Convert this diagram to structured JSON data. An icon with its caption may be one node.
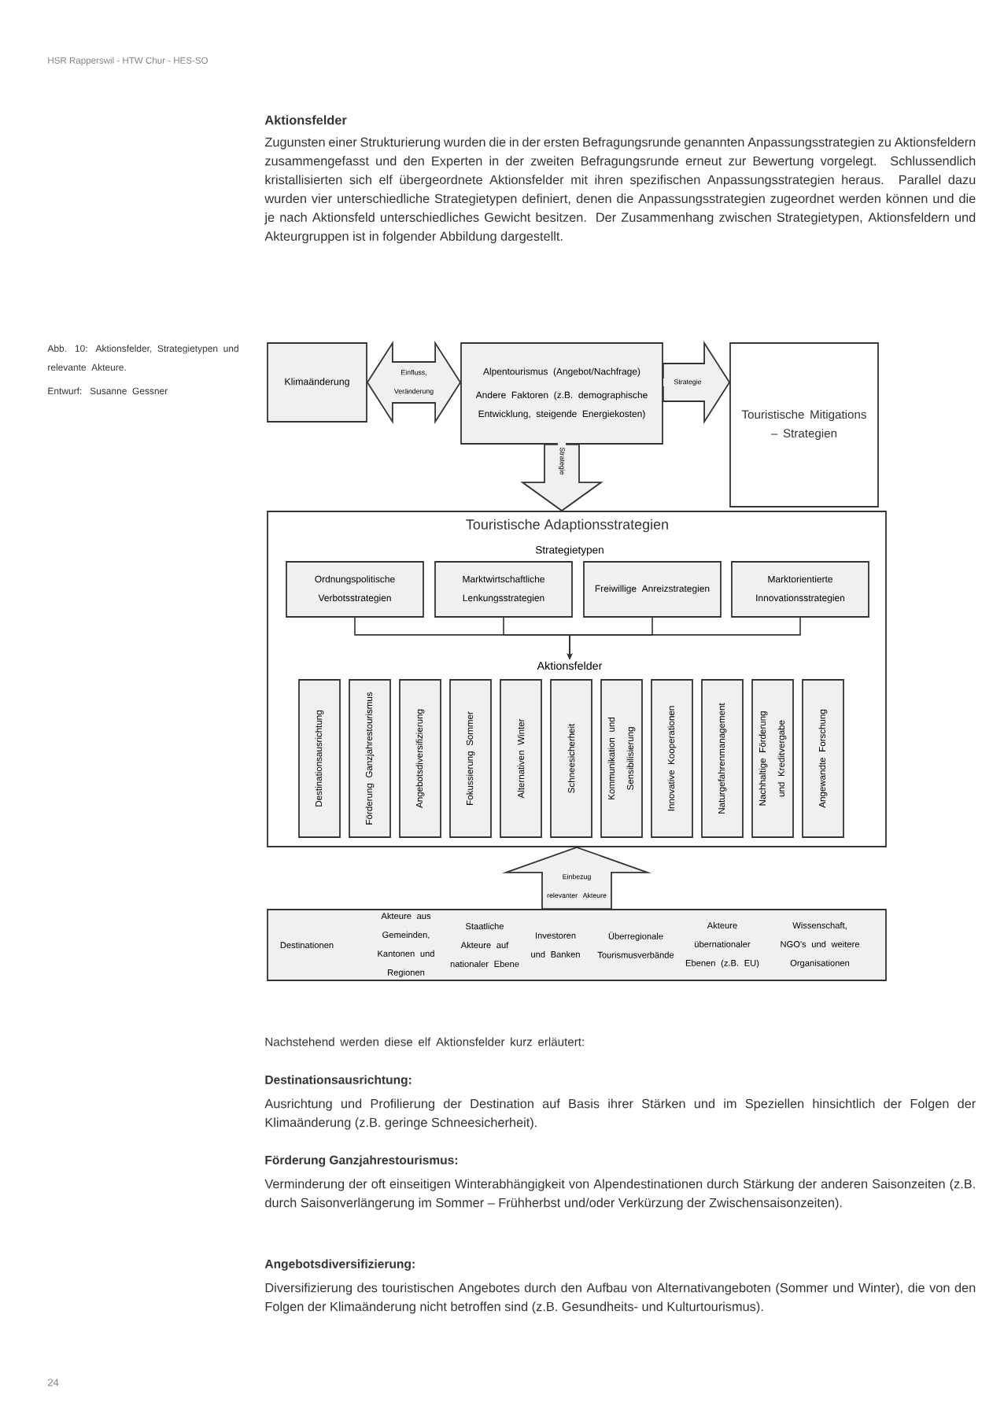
{
  "diagram": {
    "caption": "Abb. 10: Aktionsfelder, Strategietypen und relevante Akteure.",
    "nodes": [
      {
        "text": [
          "Klimaänderung"
        ]
      },
      {
        "text": [
          "Alpentourismus (Angebot/Nachfrage)",
          "Andere Faktoren (z.B. demographische Entwicklung, steigende Energiekosten)"
        ]
      },
      {
        "text": [
          "Touristische Mitigations – Strategien"
        ]
      },
      {
        "text": [
          "Touristische Adaptionsstrategien",
          "Strategietypen"
        ]
      },
      {
        "text": [
          "Ordnungspolitische Verbotsstrategien"
        ],
        "in": 3
      },
      {
        "text": [
          "Marktwirtschaftliche Lenkungsstrategien"
        ],
        "in": 3
      },
      {
        "text": [
          "Freiwillige Anreizstrategien"
        ],
        "in": 3
      },
      {
        "text": [
          "Marktorientierte Innovationsstrategien"
        ],
        "in": 3
      },
      {
        "text": [
          "Aktionsfelder"
        ],
        "in": 3
      },
      {
        "text": [
          "Destinationsausrichtung"
        ],
        "in": 3
      },
      {
        "text": [
          "Förderung Ganzjahrestourismus"
        ],
        "in": 3
      },
      {
        "text": [
          "Angebotsdiversifizierung"
        ],
        "in": 3
      },
      {
        "text": [
          "Fokussierung Sommer"
        ],
        "in": 3
      },
      {
        "text": [
          "Alternativen Winter"
        ],
        "in": 3
      },
      {
        "text": [
          "Schneesicherheit"
        ],
        "in": 3
      },
      {
        "text": [
          "Kommunikation und Sensibilisierung"
        ],
        "in": 3
      },
      {
        "text": [
          "Innovative Kooperationen"
        ],
        "in": 3
      },
      {
        "text": [
          "Naturgefahrenmanagement"
        ],
        "in": 3
      },
      {
        "text": [
          "Nachhaltige Förderung und Kreditvergabe"
        ],
        "in": 3
      },
      {
        "text": [
          "Angewandte Forschung"
        ],
        "in": 3
      },
      {
        "text": [
          "Destinationen",
          "Akteure aus Gemeinden, Kantonen und Regionen",
          "Staatliche Akteure auf nationaler Ebene",
          "Investoren und Banken",
          "Überregionale Tourismusverbände",
          "Akteure übernationaler Ebenen (z.B. EU)",
          "Wissenschaft, NGO's und weitere Organisationen"
        ]
      }
    ],
    "edges": [
      {
        "from": 0,
        "to": 1,
        "arrow": "both",
        "label": "Einfluss, Veränderung"
      },
      {
        "from": 1,
        "to": 2,
        "arrow": "to",
        "label": "Strategie"
      },
      {
        "from": 1,
        "to": 3,
        "arrow": "to",
        "label": "Strategie"
      },
      {
        "from": 4,
        "to": 8,
        "arrow": "to"
      },
      {
        "from": 5,
        "to": 8,
        "arrow": "to"
      },
      {
        "from": 6,
        "to": 8,
        "arrow": "to"
      },
      {
        "from": 7,
        "to": 8,
        "arrow": "to"
      },
      {
        "from": 20,
        "to": 3,
        "arrow": "to",
        "label": "Einbezug relevanter Akteure"
      }
    ],
    "labels": [
      "HSR Rapperswil - HTW Chur - HES-SO",
      "Aktionsfelder",
      "Zugunsten einer Strukturierung wurden die in der ersten Befragungsrunde genannten Anpassungsstrategien zu Aktionsfeldern zusammengefasst und den Experten in der zweiten Befragungsrunde erneut zur Bewertung vorgelegt. Schlussendlich kristallisierten sich elf übergeordnete Aktionsfelder mit ihren spezifischen Anpassungsstrategien heraus. Parallel dazu wurden vier unterschiedliche Strategietypen definiert, denen die Anpassungsstrategien zugeordnet werden können und die je nach Aktionsfeld unterschiedliches Gewicht besitzen. Der Zusammenhang zwischen Strategietypen, Aktionsfeldern und Akteurgruppen ist in folgender Abbildung dargestellt.",
      "Entwurf: Susanne Gessner",
      "Nachstehend werden diese elf Aktionsfelder kurz erläutert:",
      "Destinationsausrichtung:",
      "Ausrichtung und Profilierung der Destination auf Basis ihrer Stärken und im Speziellen hinsichtlich der Folgen der Klimaänderung (z.B. geringe Schneesicherheit).",
      "Förderung Ganzjahrestourismus:",
      "Verminderung der oft einseitigen Winterabhängigkeit von Alpendestinationen durch Stärkung der anderen Saisonzeiten (z.B. durch Saisonverlängerung im Sommer – Frühherbst und/oder Verkürzung der Zwischensaisonzeiten).",
      "Angebotsdiversifizierung:",
      "Diversifizierung des touristischen Angebotes durch den Aufbau von Alternativangeboten (Sommer und Winter), die von den Folgen der Klimaänderung nicht betroffen sind (z.B. Gesundheits- und Kulturtourismus).",
      "24"
    ]
  }
}
